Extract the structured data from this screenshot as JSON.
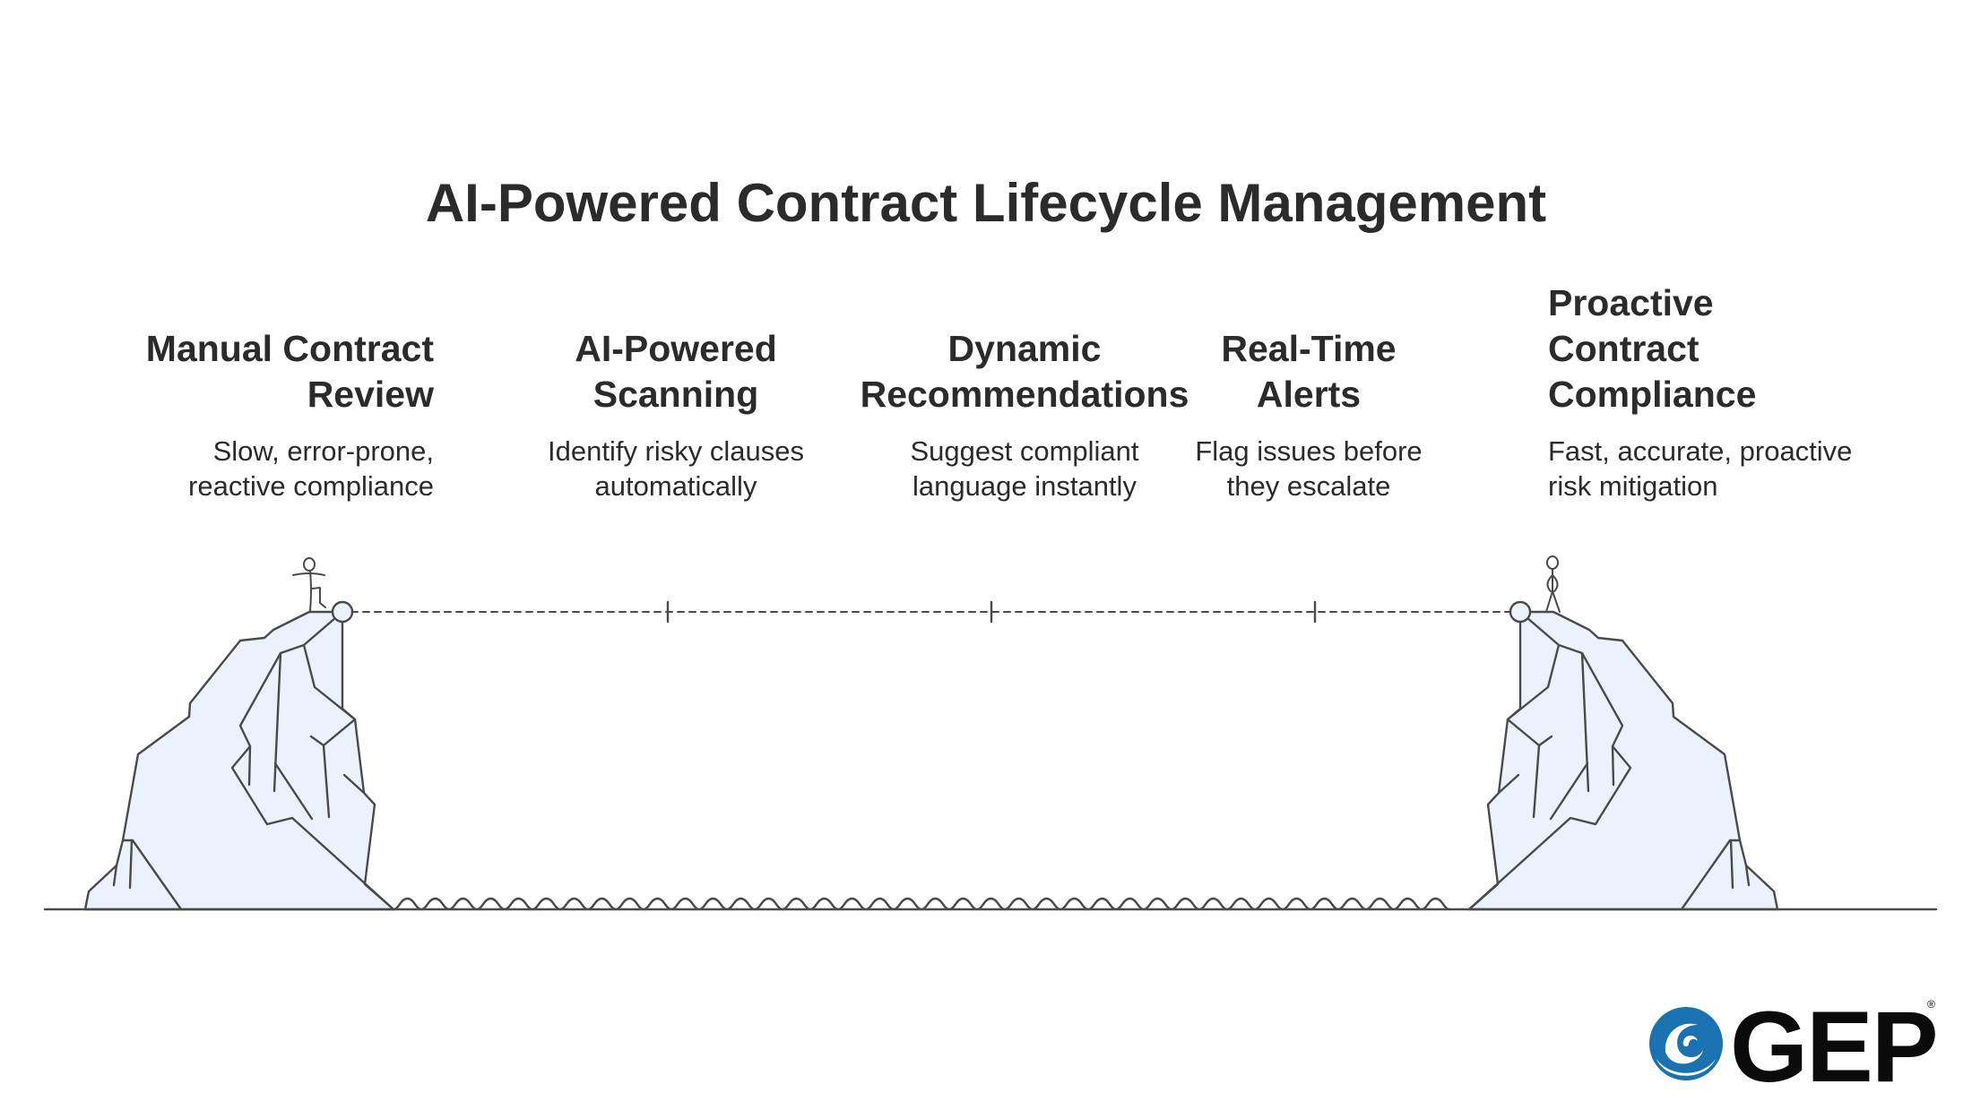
{
  "title": "AI-Powered Contract Lifecycle Management",
  "stages": [
    {
      "heading": "Manual Contract\nReview",
      "description": "Slow, error-prone,\nreactive compliance"
    },
    {
      "heading": "AI-Powered\nScanning",
      "description": "Identify risky clauses\nautomatically"
    },
    {
      "heading": "Dynamic\nRecommendations",
      "description": "Suggest compliant\nlanguage instantly"
    },
    {
      "heading": "Real-Time\nAlerts",
      "description": "Flag issues before\nthey escalate"
    },
    {
      "heading": "Proactive\nContract\nCompliance",
      "description": "Fast, accurate, proactive\nrisk mitigation"
    }
  ],
  "logo": {
    "text": "GEP",
    "registered": "®"
  },
  "colors": {
    "cliff_fill": "#ebf2fe",
    "stroke": "#4a4a4a",
    "logo_blue": "#1a72b0",
    "text": "#2b2b2b"
  }
}
